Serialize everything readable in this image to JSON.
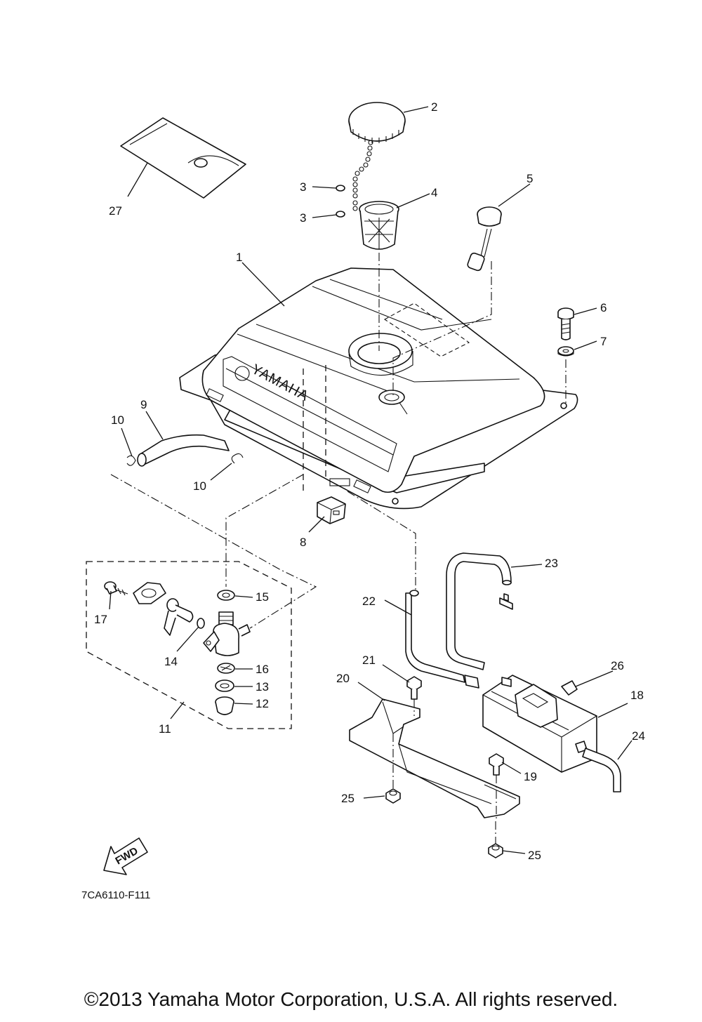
{
  "diagram": {
    "brand_text": "YAMAHA",
    "fwd_text": "FWD",
    "drawing_code": "7CA6110-F111",
    "callouts": [
      "1",
      "2",
      "3",
      "3",
      "4",
      "5",
      "6",
      "7",
      "8",
      "9",
      "10",
      "10",
      "11",
      "12",
      "13",
      "14",
      "15",
      "16",
      "17",
      "18",
      "19",
      "20",
      "21",
      "22",
      "23",
      "24",
      "25",
      "25",
      "26",
      "27"
    ]
  },
  "footer": {
    "copyright": "©2013 Yamaha Motor Corporation, U.S.A. All rights reserved."
  }
}
